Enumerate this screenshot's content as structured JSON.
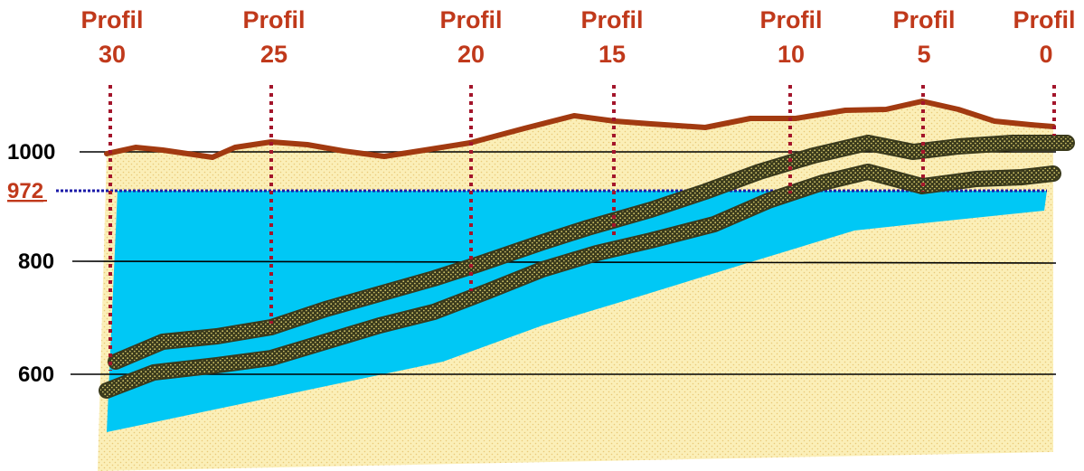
{
  "profiles": [
    {
      "line1": "Profil",
      "line2": "30"
    },
    {
      "line1": "Profil",
      "line2": "25"
    },
    {
      "line1": "Profil",
      "line2": "20"
    },
    {
      "line1": "Profil",
      "line2": "15"
    },
    {
      "line1": "Profil",
      "line2": "10"
    },
    {
      "line1": "Profil",
      "line2": "5"
    },
    {
      "line1": "Profil",
      "line2": "0"
    }
  ],
  "elevations": {
    "e1000": "1000",
    "e800": "800",
    "e600": "600"
  },
  "water_level": {
    "label": "972"
  },
  "colors": {
    "profile_text": "#c0391b",
    "profile_marker": "#a3152b",
    "terrain_fill": "#fbefb8",
    "terrain_dots": "#e9c978",
    "surface_line": "#a23a10",
    "water": "#00c8f5",
    "water_level_line": "#1a1aa8",
    "seam": "#3a3a1c",
    "seam_speckle": "#f2e27a",
    "grid": "#000000"
  }
}
